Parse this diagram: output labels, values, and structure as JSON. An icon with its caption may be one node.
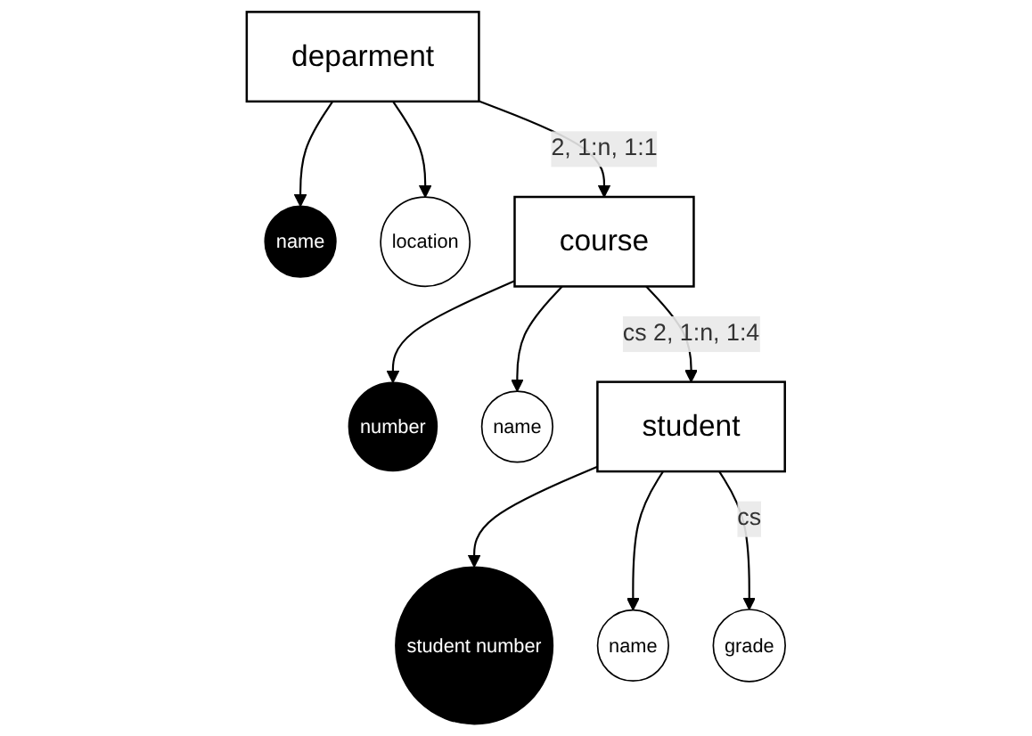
{
  "diagram": {
    "nodes": [
      {
        "text": [
          "deparment"
        ]
      },
      {
        "text": [
          "name"
        ]
      },
      {
        "text": [
          "location"
        ]
      },
      {
        "text": [
          "course"
        ]
      },
      {
        "text": [
          "number"
        ]
      },
      {
        "text": [
          "name"
        ]
      },
      {
        "text": [
          "student"
        ]
      },
      {
        "text": [
          "student number"
        ]
      },
      {
        "text": [
          "name"
        ]
      },
      {
        "text": [
          "grade"
        ]
      }
    ],
    "edges": [
      {
        "from": 0,
        "to": 1,
        "arrow": "to"
      },
      {
        "from": 0,
        "to": 2,
        "arrow": "to"
      },
      {
        "from": 0,
        "to": 3,
        "arrow": "to",
        "label": "2, 1:n, 1:1"
      },
      {
        "from": 3,
        "to": 4,
        "arrow": "to"
      },
      {
        "from": 3,
        "to": 5,
        "arrow": "to"
      },
      {
        "from": 3,
        "to": 6,
        "arrow": "to",
        "label": "cs 2, 1:n, 1:4"
      },
      {
        "from": 6,
        "to": 7,
        "arrow": "to"
      },
      {
        "from": 6,
        "to": 8,
        "arrow": "to"
      },
      {
        "from": 6,
        "to": 9,
        "arrow": "to",
        "label": "cs"
      }
    ]
  }
}
